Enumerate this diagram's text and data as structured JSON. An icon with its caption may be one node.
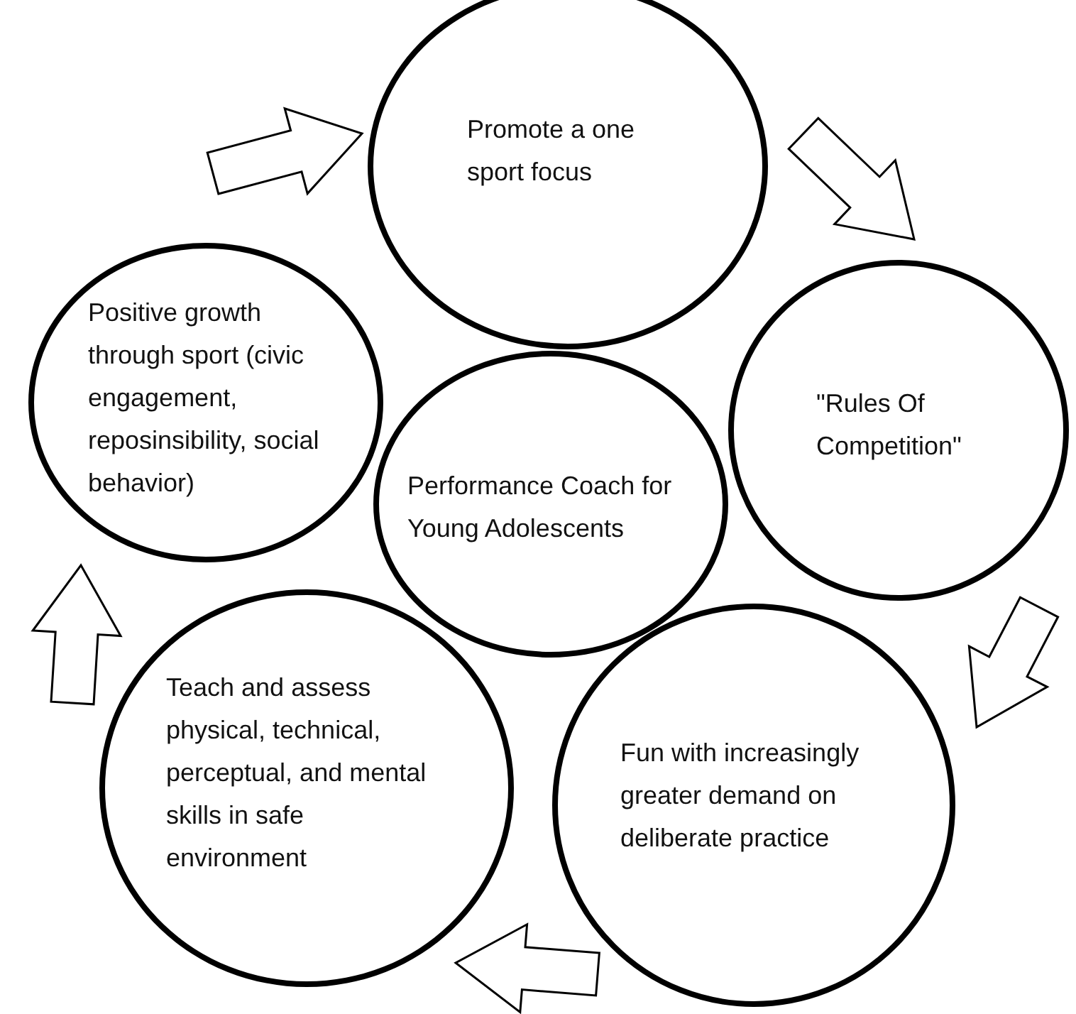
{
  "diagram": {
    "nodes": [
      {
        "text": [
          "Promote a one sport focus"
        ]
      },
      {
        "text": [
          "Positive growth through sport (civic engagement, reposinsibility, social behavior)"
        ]
      },
      {
        "text": [
          "Performance Coach for Young Adolescents"
        ]
      },
      {
        "text": [
          "\"Rules Of Competition\""
        ]
      },
      {
        "text": [
          "Teach and assess physical, technical, perceptual, and mental skills in safe environment"
        ]
      },
      {
        "text": [
          "Fun with increasingly greater demand on deliberate practice"
        ]
      }
    ],
    "edges": [
      {
        "from": 1,
        "to": 0,
        "arrow": "to"
      },
      {
        "from": 0,
        "to": 3,
        "arrow": "to"
      },
      {
        "from": 3,
        "to": 5,
        "arrow": "to"
      },
      {
        "from": 5,
        "to": 4,
        "arrow": "to"
      },
      {
        "from": 4,
        "to": 1,
        "arrow": "to"
      }
    ]
  }
}
